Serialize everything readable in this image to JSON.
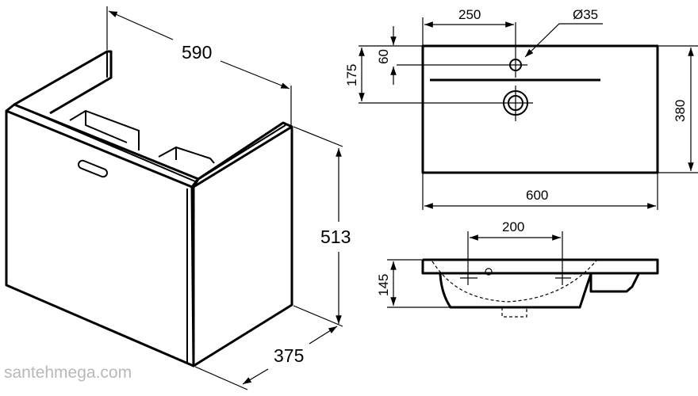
{
  "cabinet_view": {
    "width_label": "590",
    "height_label": "513",
    "depth_label": "375"
  },
  "basin_top_view": {
    "tap_offset_label": "250",
    "tap_hole_label": "Ø35",
    "tap_depth_label": "60",
    "drain_depth_label": "175",
    "depth_label": "380",
    "width_label": "600"
  },
  "basin_side_view": {
    "fixing_spacing_label": "200",
    "height_label": "145"
  },
  "watermark": "santehmega.com",
  "colors": {
    "line": "#000000",
    "watermark": "#b8b8b8",
    "background": "#ffffff"
  }
}
